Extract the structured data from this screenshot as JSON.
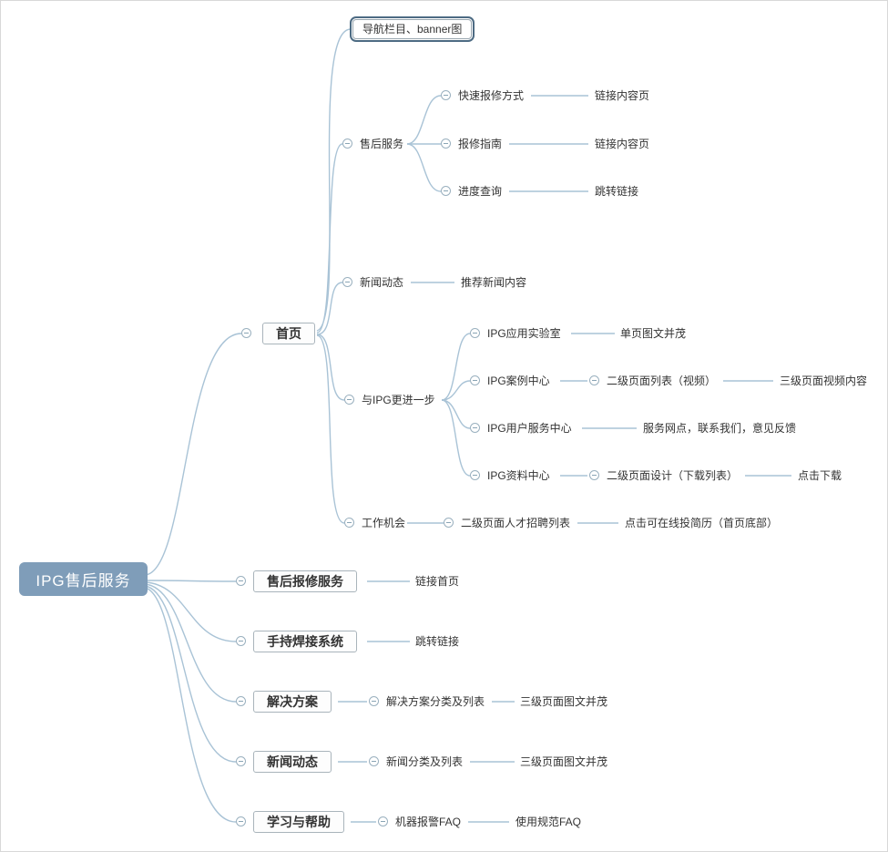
{
  "colors": {
    "root_bg": "#7f9db9",
    "line": "#a9c3d6",
    "box_border": "#a9b4bb",
    "text": "#333333"
  },
  "root": {
    "label": "IPG售后服务"
  },
  "home": {
    "label": "首页",
    "banner": {
      "label": "导航栏目、banner图"
    },
    "after_sale": {
      "label": "售后服务",
      "children": [
        {
          "label": "快速报修方式",
          "leaf": "链接内容页"
        },
        {
          "label": "报修指南",
          "leaf": "链接内容页"
        },
        {
          "label": "进度查询",
          "leaf": "跳转链接"
        }
      ]
    },
    "news": {
      "label": "新闻动态",
      "leaf": "推荐新闻内容"
    },
    "more": {
      "label": "与IPG更进一步",
      "children": [
        {
          "label": "IPG应用实验室",
          "leaf": "单页图文并茂"
        },
        {
          "label": "IPG案例中心",
          "mid": "二级页面列表（视频）",
          "leaf": "三级页面视频内容"
        },
        {
          "label": "IPG用户服务中心",
          "leaf": "服务网点，联系我们，意见反馈"
        },
        {
          "label": "IPG资料中心",
          "mid": "二级页面设计（下载列表）",
          "leaf": "点击下载"
        }
      ]
    },
    "jobs": {
      "label": "工作机会",
      "mid": "二级页面人才招聘列表",
      "leaf": "点击可在线投简历（首页底部）"
    }
  },
  "branches": [
    {
      "label": "售后报修服务",
      "leaf": "链接首页"
    },
    {
      "label": "手持焊接系统",
      "leaf": "跳转链接"
    },
    {
      "label": "解决方案",
      "mid": "解决方案分类及列表",
      "leaf": "三级页面图文并茂"
    },
    {
      "label": "新闻动态",
      "mid": "新闻分类及列表",
      "leaf": "三级页面图文并茂"
    },
    {
      "label": "学习与帮助",
      "mid": "机器报警FAQ",
      "leaf": "使用规范FAQ"
    }
  ]
}
